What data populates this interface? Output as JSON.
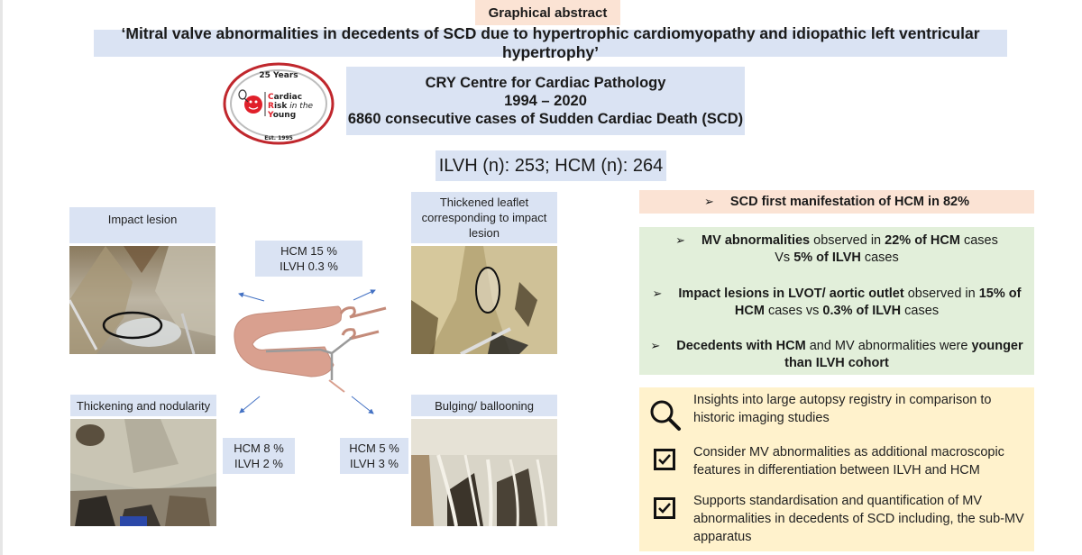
{
  "header": {
    "tag": "Graphical abstract",
    "title": "‘Mitral valve abnormalities in decedents of SCD due to hypertrophic cardiomyopathy and idiopathic left ventricular hypertrophy’"
  },
  "logo": {
    "top_text": "25 Years",
    "line1_initial": "C",
    "line1_rest": "ardiac",
    "line2_initial": "R",
    "line2_rest": "isk",
    "line2_italic": " in the",
    "line3_initial": "Y",
    "line3_rest": "oung",
    "bottom_text": "Est. 1995",
    "ring_color": "#c0272d",
    "accent_color": "#e0202a"
  },
  "centre_info": {
    "line1": "CRY Centre for Cardiac Pathology",
    "line2": "1994 – 2020",
    "line3": "6860 consecutive cases of Sudden Cardiac Death (SCD)"
  },
  "cohort_counts": {
    "text": "ILVH (n): 253; HCM (n): 264",
    "ilvh_n": 253,
    "hcm_n": 264
  },
  "panels": [
    {
      "caption": "Impact lesion"
    },
    {
      "caption": "Thickened leaflet corresponding to impact lesion"
    },
    {
      "caption": "Thickening and nodularity"
    },
    {
      "caption": "Bulging/ ballooning"
    }
  ],
  "percentages": [
    {
      "hcm": "HCM 15 %",
      "ilvh": "ILVH 0.3 %"
    },
    {
      "hcm": "HCM 8 %",
      "ilvh": "ILVH 2 %"
    },
    {
      "hcm": "HCM 5 %",
      "ilvh": "ILVH 3 %"
    }
  ],
  "findings": {
    "bullet": "➢",
    "first": "SCD first manifestation of HCM in 82%",
    "mv": {
      "b1": "MV abnormalities",
      "t1": " observed in ",
      "b2": "22% of HCM",
      "t2": " cases",
      "t3": "Vs ",
      "b3": "5% of ILVH",
      "t4": " cases"
    },
    "impact": {
      "b1": "Impact lesions in LVOT/ aortic outlet",
      "t1": " observed in ",
      "b2": "15% of",
      "b3": "HCM",
      "t2": " cases vs ",
      "b4": "0.3% of ILVH",
      "t3": " cases"
    },
    "age": {
      "b1": "Decedents with HCM",
      "t1": " and MV abnormalities were ",
      "b2": "younger",
      "b3": "than ILVH cohort"
    }
  },
  "conclusions": [
    {
      "icon": "magnifier-icon",
      "text": "Insights into large autopsy registry in comparison to historic imaging studies"
    },
    {
      "icon": "checkbox-icon",
      "text": "Consider MV abnormalities as additional macroscopic features in differentiation between ILVH and HCM"
    },
    {
      "icon": "checkbox-icon",
      "text": "Supports standardisation and quantification of MV abnormalities in decedents of SCD including, the sub-MV apparatus"
    }
  ],
  "colors": {
    "blue_box": "#dae3f3",
    "peach_box": "#fbe3d4",
    "green_box": "#e2efda",
    "yellow_box": "#fff2cc",
    "arrow": "#4472c4",
    "heart_tissue": "#d9a08f"
  }
}
